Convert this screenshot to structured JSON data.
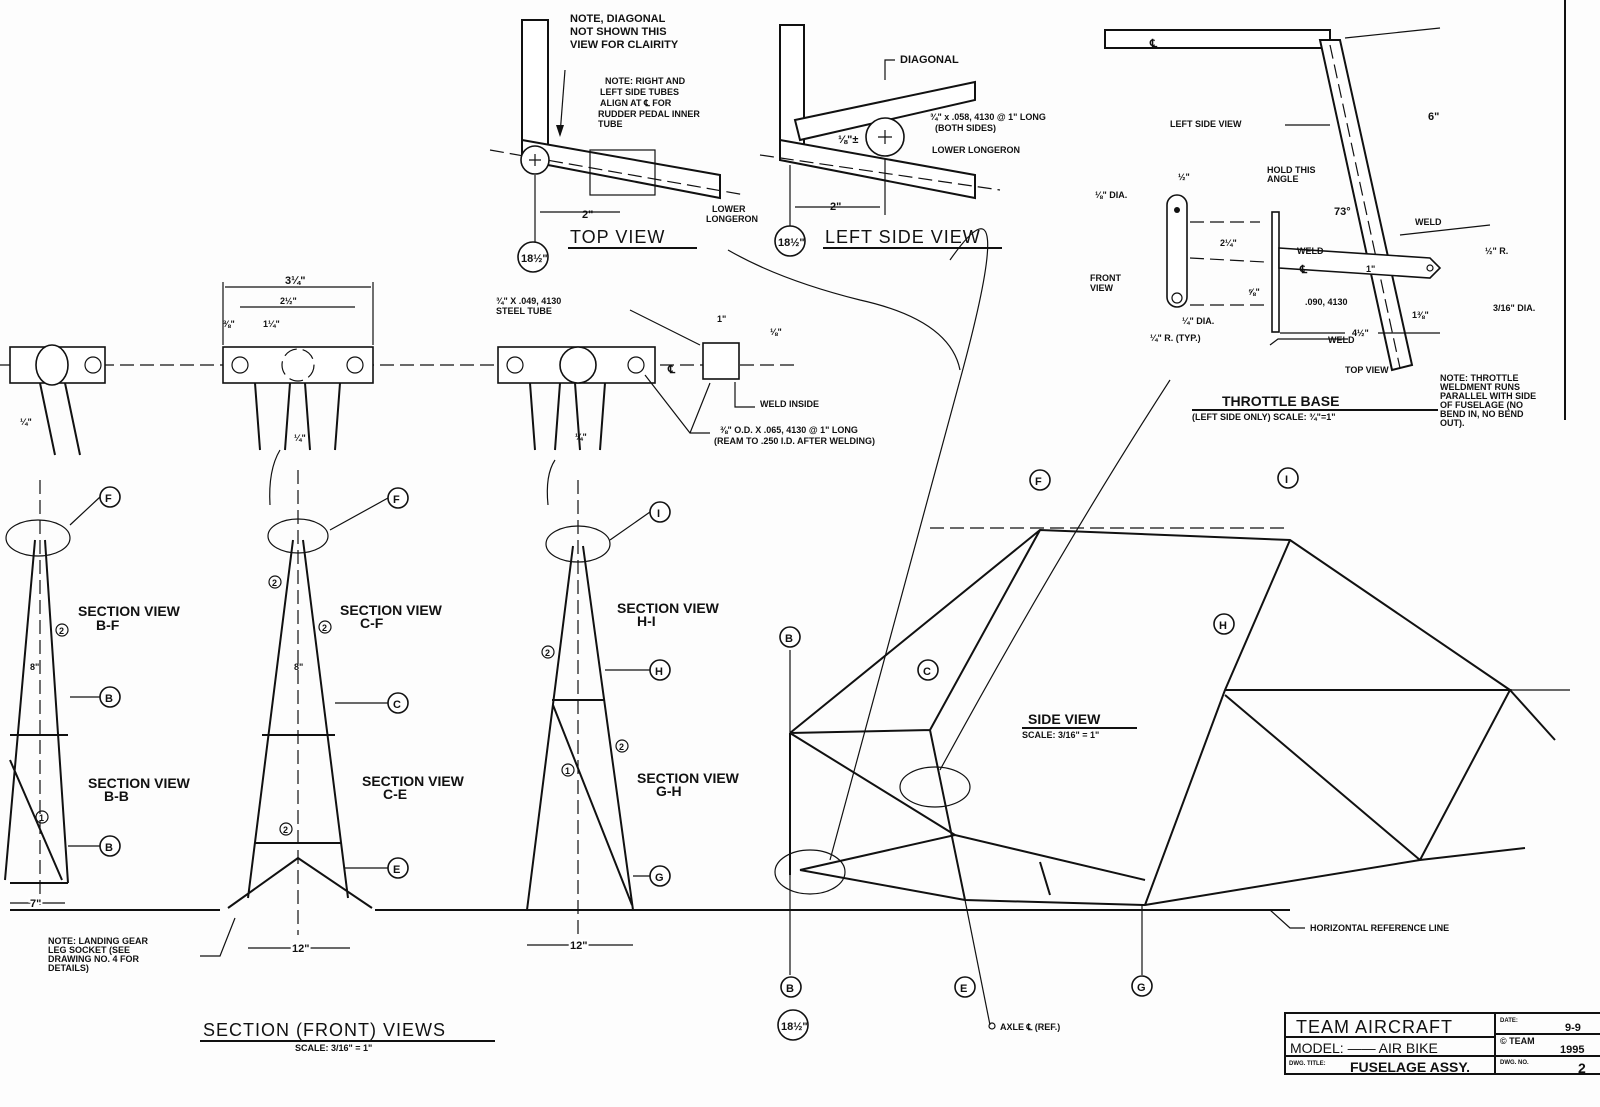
{
  "top_view": {
    "note_diagonal": [
      "NOTE, DIAGONAL",
      "NOT SHOWN THIS",
      "VIEW FOR CLAIRITY"
    ],
    "note_tubes": [
      "NOTE: RIGHT AND",
      "LEFT SIDE TUBES",
      "ALIGN AT ℄ FOR",
      "RUDDER PEDAL INNER",
      "TUBE"
    ],
    "dim": "2\"",
    "longeron": [
      "LOWER",
      "LONGERON"
    ],
    "title": "TOP VIEW",
    "station": "18½\""
  },
  "left_side_view": {
    "diagonal": "DIAGONAL",
    "tube_spec": [
      "¾\" x .058, 4130 @ 1\" LONG",
      "(BOTH SIDES)"
    ],
    "longeron": "LOWER LONGERON",
    "gap": "⅛\"±",
    "dim": "2\"",
    "station": "18½\"",
    "title": "LEFT SIDE VIEW"
  },
  "throttle": {
    "left_side_view_ref": "LEFT SIDE VIEW",
    "dim_6": "6\"",
    "half": "½\"",
    "eighth_dia": "⅛\" DIA.",
    "hold_angle": [
      "HOLD THIS",
      "ANGLE"
    ],
    "angle": "73°",
    "weld": "WELD",
    "half_r": "½\" R.",
    "dim_2q": "2¼\"",
    "dim_1": "1\"",
    "front_view": [
      "FRONT",
      "VIEW"
    ],
    "dim_5_8": "⅝\"",
    "material": ".090, 4130",
    "dia_3_16": "3/16\" DIA.",
    "quarter_dia": "¼\" DIA.",
    "dim_1_3_8": "1⅜\"",
    "quarter_r": "¼\" R. (TYP.)",
    "dim_4_half": "4½\"",
    "top_view": "TOP VIEW",
    "title": "THROTTLE BASE",
    "subtitle": "(LEFT SIDE ONLY)  SCALE: ¾\"=1\"",
    "note": [
      "NOTE: THROTTLE",
      "WELDMENT RUNS",
      "PARALLEL WITH SIDE",
      "OF FUSELAGE (NO",
      "BEND IN, NO BEND",
      "OUT)."
    ],
    "centerline": "℄"
  },
  "details": {
    "dim_3q": "3¼\"",
    "dim_2h": "2½\"",
    "dim_3_8": "⅜\"",
    "dim_1q": "1¼\"",
    "dim_q": "¼\"",
    "steel_tube": [
      "¾\" X .049, 4130",
      "STEEL TUBE"
    ],
    "dim_1": "1\"",
    "dim_8th": "⅛\"",
    "weld_inside": "WELD INSIDE",
    "bushing": [
      "⅜\" O.D. X .065, 4130 @ 1\" LONG",
      "(REAM TO .250 I.D. AFTER WELDING)"
    ],
    "centerline": "℄"
  },
  "section_views": {
    "labels": [
      {
        "title": "SECTION VIEW",
        "id": "B-F"
      },
      {
        "title": "SECTION VIEW",
        "id": "C-F"
      },
      {
        "title": "SECTION VIEW",
        "id": "H-I"
      },
      {
        "title": "SECTION VIEW",
        "id": "B-B"
      },
      {
        "title": "SECTION VIEW",
        "id": "C-E"
      },
      {
        "title": "SECTION VIEW",
        "id": "G-H"
      }
    ],
    "stations": [
      "F",
      "F",
      "I",
      "B",
      "C",
      "H",
      "B",
      "E",
      "G"
    ],
    "part_numbers": [
      "1",
      "2"
    ],
    "dims": [
      "8\"",
      "8\"",
      "7\"",
      "12\"",
      "12\""
    ],
    "landing_note": [
      "NOTE: LANDING GEAR",
      "LEG SOCKET (SEE",
      "DRAWING NO. 4 FOR",
      "DETAILS)"
    ],
    "title": "SECTION (FRONT) VIEWS",
    "scale": "SCALE: 3/16\" = 1\""
  },
  "side_view": {
    "title": "SIDE VIEW",
    "scale": "SCALE: 3/16\" = 1\"",
    "stations": [
      "F",
      "I",
      "B",
      "C",
      "H",
      "B",
      "E",
      "G"
    ],
    "station_18": "18½\"",
    "reference_line": "HORIZONTAL REFERENCE LINE",
    "axle": "AXLE ℄ (REF.)"
  },
  "title_block": {
    "company": "TEAM AIRCRAFT",
    "model": "MODEL: —— AIR BIKE",
    "dwg_title_label": "DWG. TITLE:",
    "dwg_title": "FUSELAGE ASSY.",
    "date_label": "DATE:",
    "date": "9-9",
    "copyright": "© TEAM",
    "year": "1995",
    "dwg_no_label": "DWG. NO.",
    "dwg_no": "2"
  }
}
